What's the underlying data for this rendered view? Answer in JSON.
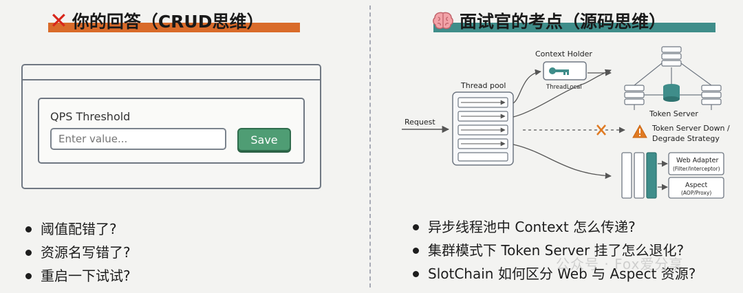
{
  "left": {
    "title": "你的回答（CRUD思维）",
    "form": {
      "label": "QPS Threshold",
      "placeholder": "Enter value...",
      "save_label": "Save"
    },
    "bullets": [
      "阈值配错了?",
      "资源名写错了?",
      "重启一下试试?"
    ]
  },
  "right": {
    "title": "面试官的考点（源码思维）",
    "diagram": {
      "request": "Request",
      "thread_pool": "Thread pool",
      "context_holder": "Context Holder",
      "thread_local": "ThreadLocal",
      "token_server": "Token Server",
      "token_server_down": "Token Server Down /",
      "degrade_strategy": "Degrade Strategy",
      "web_adapter": "Web Adapter",
      "web_adapter_sub": "(Filter/Interceptor)",
      "aspect": "Aspect",
      "aspect_sub": "(AOP/Proxy)"
    },
    "bullets": [
      "异步线程池中 Context 怎么传递?",
      "集群模式下 Token Server 挂了怎么退化?",
      "SlotChain 如何区分 Web 与 Aspect 资源?"
    ]
  },
  "watermark": "公众号 · Fox爱分享",
  "colors": {
    "left_accent": "#d96b2a",
    "right_accent": "#3f8d8a",
    "save": "#4f9d74",
    "cross": "#d8261b",
    "warning": "#e07a22"
  }
}
